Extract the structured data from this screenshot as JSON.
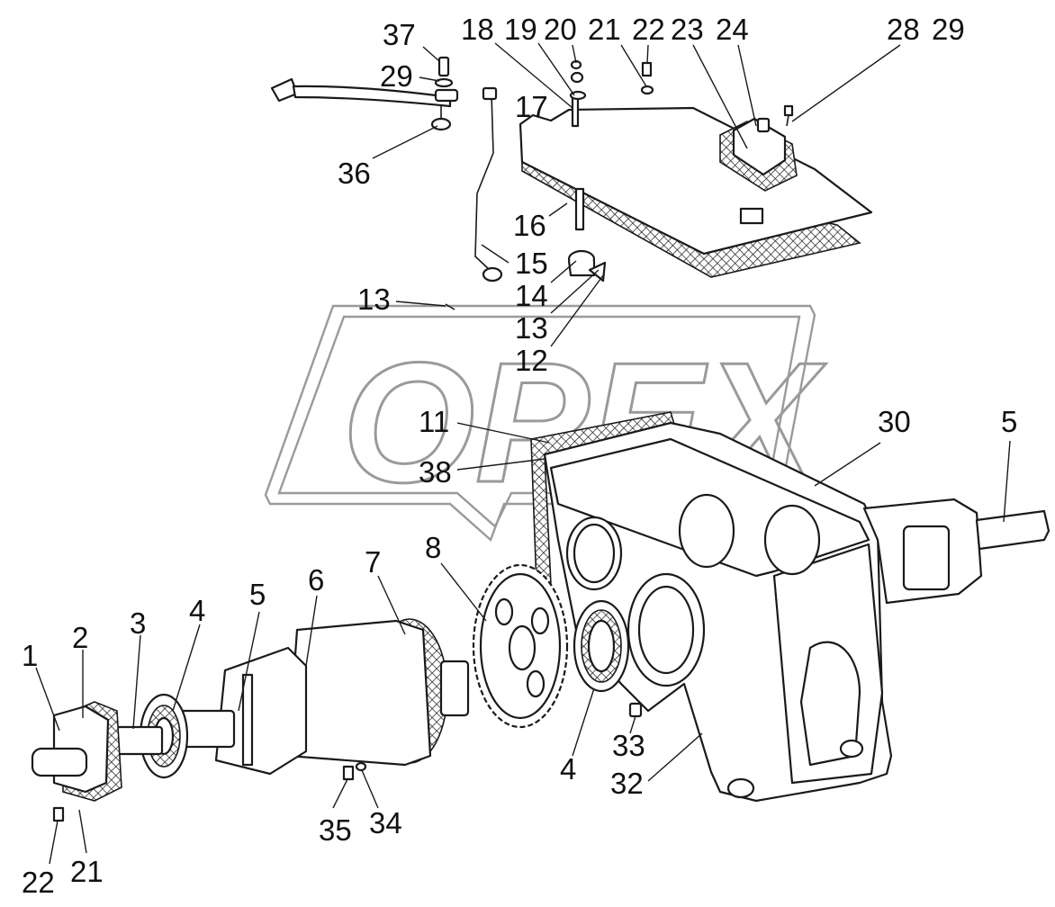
{
  "watermark": {
    "text": "OPEX"
  },
  "callouts": [
    {
      "id": "c37",
      "text": "37"
    },
    {
      "id": "c29a",
      "text": "29"
    },
    {
      "id": "c36",
      "text": "36"
    },
    {
      "id": "c18",
      "text": "18"
    },
    {
      "id": "c19",
      "text": "19"
    },
    {
      "id": "c20",
      "text": "20"
    },
    {
      "id": "c21a",
      "text": "21"
    },
    {
      "id": "c22a",
      "text": "22"
    },
    {
      "id": "c23",
      "text": "23"
    },
    {
      "id": "c24",
      "text": "24"
    },
    {
      "id": "c28",
      "text": "28"
    },
    {
      "id": "c29b",
      "text": "29"
    },
    {
      "id": "c17",
      "text": "17"
    },
    {
      "id": "c16",
      "text": "16"
    },
    {
      "id": "c15",
      "text": "15"
    },
    {
      "id": "c14",
      "text": "14"
    },
    {
      "id": "c13a",
      "text": "13"
    },
    {
      "id": "c13b",
      "text": "13"
    },
    {
      "id": "c12",
      "text": "12"
    },
    {
      "id": "c11",
      "text": "11"
    },
    {
      "id": "c38",
      "text": "38"
    },
    {
      "id": "c30",
      "text": "30"
    },
    {
      "id": "c5a",
      "text": "5"
    },
    {
      "id": "c8",
      "text": "8"
    },
    {
      "id": "c7",
      "text": "7"
    },
    {
      "id": "c6",
      "text": "6"
    },
    {
      "id": "c5b",
      "text": "5"
    },
    {
      "id": "c4a",
      "text": "4"
    },
    {
      "id": "c3",
      "text": "3"
    },
    {
      "id": "c2",
      "text": "2"
    },
    {
      "id": "c1",
      "text": "1"
    },
    {
      "id": "c33",
      "text": "33"
    },
    {
      "id": "c4b",
      "text": "4"
    },
    {
      "id": "c32",
      "text": "32"
    },
    {
      "id": "c35",
      "text": "35"
    },
    {
      "id": "c34",
      "text": "34"
    },
    {
      "id": "c22b",
      "text": "22"
    },
    {
      "id": "c21b",
      "text": "21"
    }
  ]
}
